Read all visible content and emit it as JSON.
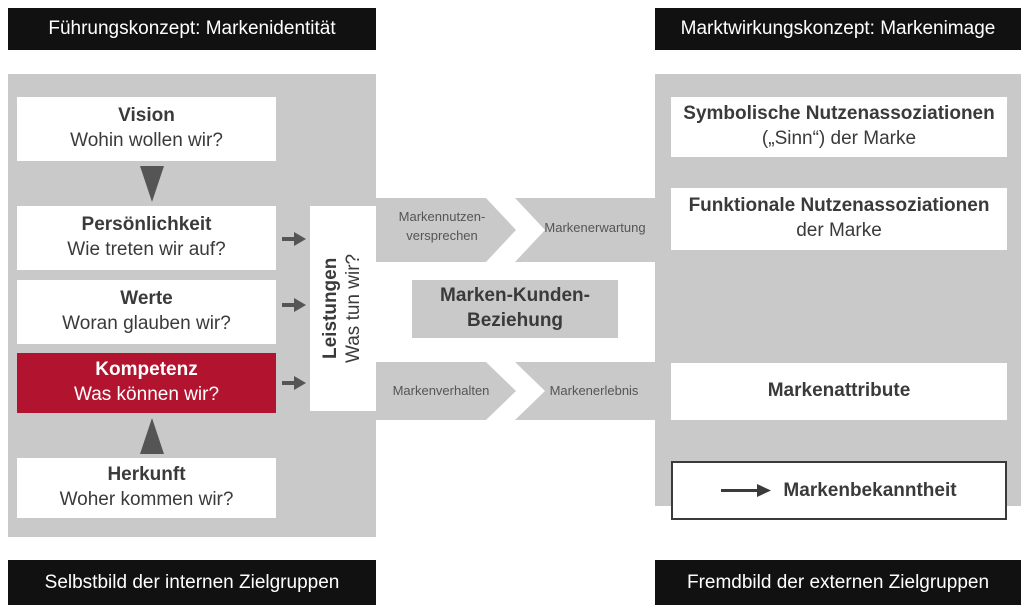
{
  "headers": {
    "left_top": "Führungskonzept: Markenidentität",
    "right_top": "Marktwirkungskonzept: Markenimage",
    "left_bottom": "Selbstbild der internen Zielgruppen",
    "right_bottom": "Fremdbild der externen Zielgruppen"
  },
  "left_boxes": {
    "vision": {
      "title": "Vision",
      "question": "Wohin wollen wir?"
    },
    "personality": {
      "title": "Persönlichkeit",
      "question": "Wie treten wir auf?"
    },
    "values": {
      "title": "Werte",
      "question": "Woran glauben wir?"
    },
    "competence": {
      "title": "Kompetenz",
      "question": "Was können wir?"
    },
    "origin": {
      "title": "Herkunft",
      "question": "Woher kommen wir?"
    }
  },
  "leistungen": {
    "title": "Leistungen",
    "question": "Was tun wir?"
  },
  "middle": {
    "promise": "Markennutzen-\nversprechen",
    "expectation": "Markenerwartung",
    "relationship_line1": "Marken-Kunden-",
    "relationship_line2": "Beziehung",
    "behavior": "Markenverhalten",
    "experience": "Markenerlebnis"
  },
  "right_boxes": {
    "symbolic_title": "Symbolische Nutzenassoziationen",
    "symbolic_sub": "(„Sinn“) der Marke",
    "functional_title": "Funktionale Nutzenassoziationen",
    "functional_sub": "der Marke",
    "attributes": "Markenattribute",
    "awareness": "Markenbekanntheit"
  },
  "colors": {
    "panel": "#c9c9c9",
    "header": "#111111",
    "accent": "#b2132e",
    "arrow": "#555555"
  }
}
